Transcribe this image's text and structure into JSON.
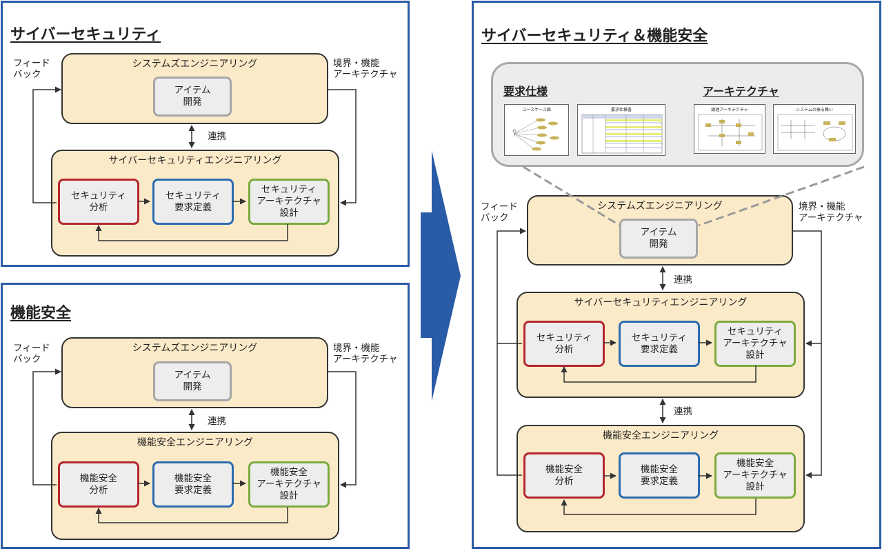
{
  "panels": {
    "cyber": {
      "title": "サイバーセキュリティ",
      "sys_title": "システムズエンジニアリング",
      "item": "アイテム\n開発",
      "link": "連携",
      "eng_title": "サイバーセキュリティエンジニアリング",
      "analysis": "セキュリティ\n分析",
      "requirements": "セキュリティ\n要求定義",
      "arch_design": "セキュリティ\nアーキテクチャ\n設計",
      "feedback": "フィード\nバック",
      "boundary": "境界・機能\nアーキテクチャ"
    },
    "safety": {
      "title": "機能安全",
      "sys_title": "システムズエンジニアリング",
      "item": "アイテム\n開発",
      "link": "連携",
      "eng_title": "機能安全エンジニアリング",
      "analysis": "機能安全\n分析",
      "requirements": "機能安全\n要求定義",
      "arch_design": "機能安全\nアーキテクチャ\n設計",
      "feedback": "フィード\nバック",
      "boundary": "境界・機能\nアーキテクチャ"
    },
    "combined": {
      "title": "サイバーセキュリティ＆機能安全",
      "callout": {
        "req_title": "要求仕様",
        "arch_title": "アーキテクチャ",
        "thumb_usecase": "ユースケース図",
        "thumb_reqspec": "要求仕様書",
        "thumb_logical": "論理アーキテクチャ",
        "thumb_behavior": "システムの振る舞い"
      },
      "sys_title": "システムズエンジニアリング",
      "item": "アイテム\n開発",
      "link1": "連携",
      "link2": "連携",
      "cyber_title": "サイバーセキュリティエンジニアリング",
      "cyber_analysis": "セキュリティ\n分析",
      "cyber_requirements": "セキュリティ\n要求定義",
      "cyber_arch_design": "セキュリティ\nアーキテクチャ\n設計",
      "safety_title": "機能安全エンジニアリング",
      "safety_analysis": "機能安全\n分析",
      "safety_requirements": "機能安全\n要求定義",
      "safety_arch_design": "機能安全\nアーキテクチャ\n設計",
      "feedback": "フィード\nバック",
      "boundary": "境界・機能\nアーキテクチャ"
    }
  },
  "colors": {
    "panel_border": "#2a5ba6",
    "transition_arrow": "#2a5ba6",
    "box_fill": "#fbeac8",
    "analysis_border": "#b5262e",
    "requirements_border": "#2d6bb0",
    "design_border": "#7aab3f",
    "item_border": "#a6a6a6"
  }
}
